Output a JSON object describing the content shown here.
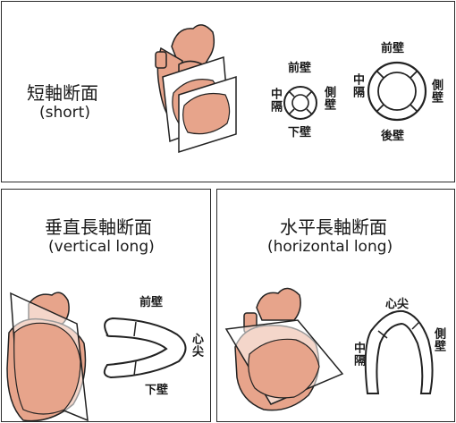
{
  "short_axis": {
    "title": "短軸断面",
    "subtitle": "(short)",
    "small_ring": {
      "anterior": "前壁",
      "septal": "中隔",
      "lateral": "側壁",
      "inferior": "下壁"
    },
    "large_ring": {
      "anterior": "前壁",
      "septal": "中隔",
      "lateral": "側壁",
      "posterior": "後壁"
    }
  },
  "vertical_long": {
    "title": "垂直長軸断面",
    "subtitle": "(vertical long)",
    "labels": {
      "anterior": "前壁",
      "apex": "心尖",
      "inferior": "下壁"
    }
  },
  "horizontal_long": {
    "title": "水平長軸断面",
    "subtitle": "(horizontal long)",
    "labels": {
      "apex": "心尖",
      "septal": "中隔",
      "lateral": "側壁"
    }
  },
  "colors": {
    "heart": "#e7a48b",
    "heart_dark": "#c9806a",
    "outline": "#222222",
    "frame": "#2b2b2b"
  }
}
